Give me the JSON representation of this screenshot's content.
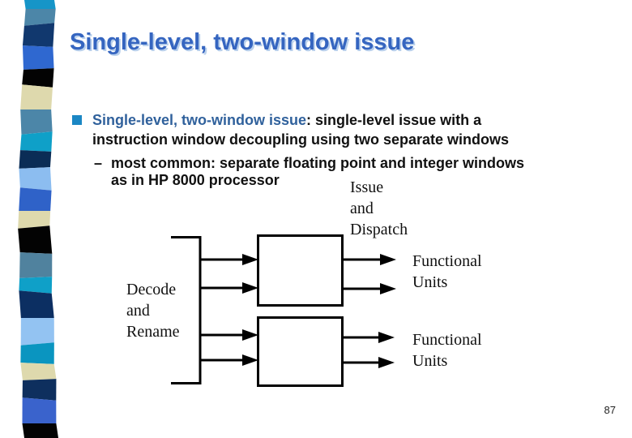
{
  "slide": {
    "title": "Single-level, two-window issue",
    "page_number": "87"
  },
  "bullet": {
    "lead_blue": "Single-level, two-window issue",
    "lead_rest": ": single-level issue with a",
    "line2": "instruction window decoupling using two separate windows",
    "sub_dash": "–",
    "sub_line1": "most common: separate floating point and integer windows",
    "sub_line2": "as in HP 8000 processor"
  },
  "diagram": {
    "decode_label": "Decode\nand\nRename",
    "issue_label": "Issue\nand\nDispatch",
    "functional_units_top": "Functional\nUnits",
    "functional_units_bottom": "Functional\nUnits"
  },
  "colors": {
    "title_blue": "#3565c0",
    "title_shadow": "#b9d0ec",
    "body_blue": "#30619c",
    "bullet_square": "#1b87c4",
    "text_black": "#111111"
  },
  "ribbon": {
    "stripes": [
      {
        "h": 11,
        "color": "#1695c8"
      },
      {
        "h": 19,
        "color": "#4c86a8"
      },
      {
        "h": 27,
        "color": "#11386e"
      },
      {
        "h": 28,
        "color": "#2f68d0"
      },
      {
        "h": 21,
        "color": "#030303"
      },
      {
        "h": 29,
        "color": "#ded9ad"
      },
      {
        "h": 29,
        "color": "#4c86a8"
      },
      {
        "h": 22,
        "color": "#0fa0c8"
      },
      {
        "h": 21,
        "color": "#0b2d56"
      },
      {
        "h": 26,
        "color": "#8cbdf0"
      },
      {
        "h": 27,
        "color": "#2f62c8"
      },
      {
        "h": 20,
        "color": "#ded9ad"
      },
      {
        "h": 32,
        "color": "#030303"
      },
      {
        "h": 30,
        "color": "#50829e"
      },
      {
        "h": 18,
        "color": "#0fa0c8"
      },
      {
        "h": 32,
        "color": "#0c2f62"
      },
      {
        "h": 32,
        "color": "#93c3f2"
      },
      {
        "h": 24,
        "color": "#0a95c0"
      },
      {
        "h": 20,
        "color": "#ded9ad"
      },
      {
        "h": 24,
        "color": "#0e2f5e"
      },
      {
        "h": 30,
        "color": "#3a63cc"
      },
      {
        "h": 18,
        "color": "#030303"
      }
    ]
  }
}
